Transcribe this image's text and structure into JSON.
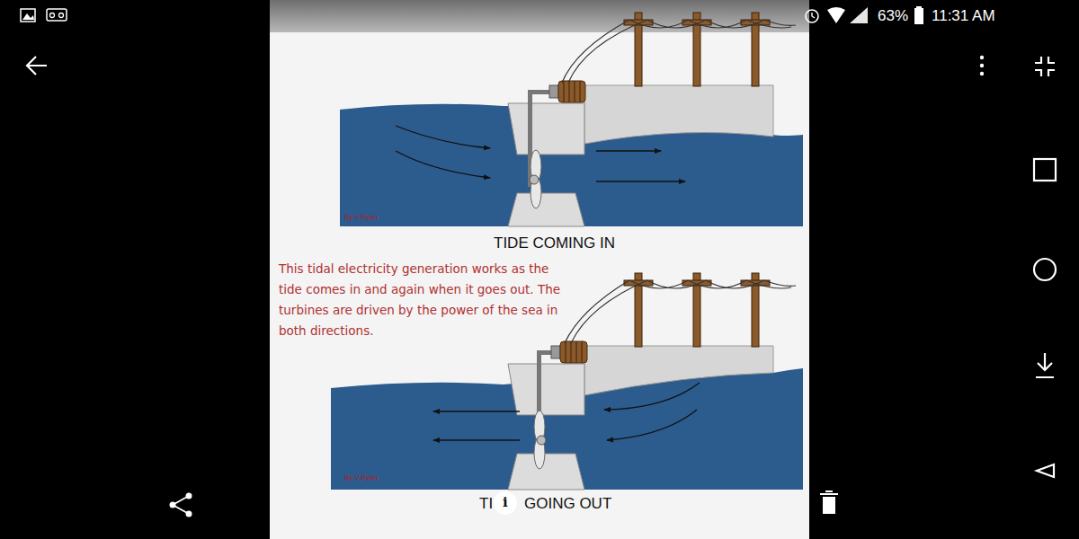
{
  "diagram": {
    "labels": [
      "63%",
      "11:31 AM",
      "By V.Ryan",
      "TIDE COMING IN",
      "This tidal electricity generation works as the tide comes in and again when it goes out. The turbines are driven by the power of the sea in both directions.",
      "By V.Ryan",
      "TI",
      "i",
      "GOING OUT"
    ]
  }
}
